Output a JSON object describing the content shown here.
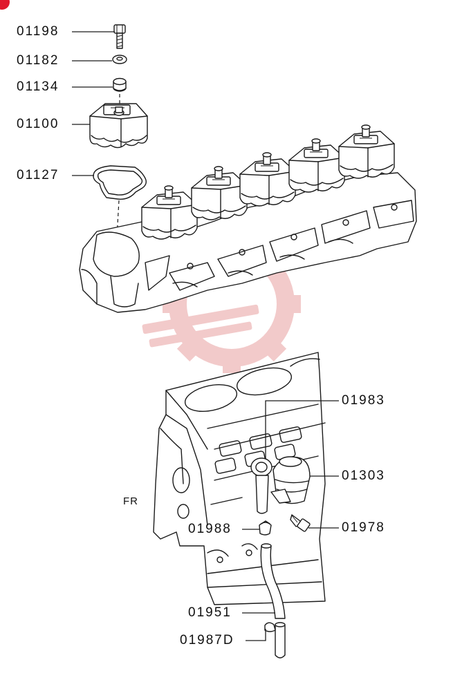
{
  "colors": {
    "line": "#1a1a1a",
    "watermark": "#e8a0a0",
    "badge": "#e0182d",
    "background": "#ffffff"
  },
  "labels": {
    "p01198": "01198",
    "p01182": "01182",
    "p01134": "01134",
    "p01100": "01100",
    "p01127": "01127",
    "p01983": "01983",
    "p01303": "01303",
    "p01978": "01978",
    "p01988": "01988",
    "p01951": "01951",
    "p01987D": "01987D",
    "fr": "FR"
  },
  "watermark": {
    "icon": "gear-wrench-logo-icon"
  }
}
